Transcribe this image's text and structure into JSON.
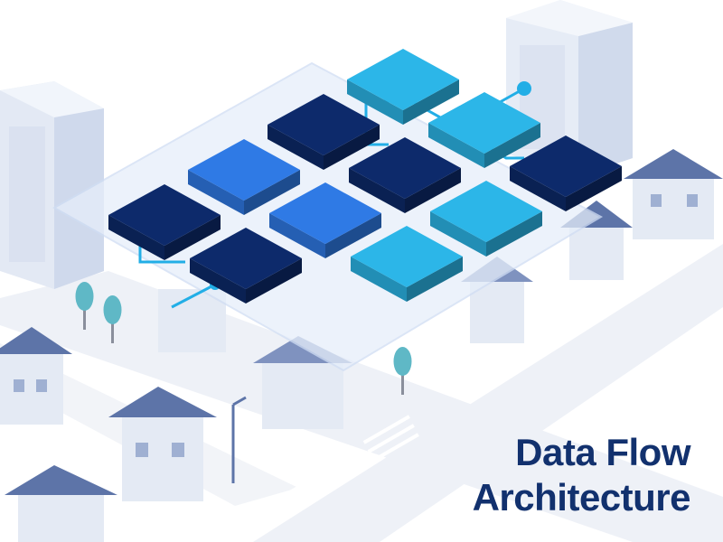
{
  "title": {
    "line1": "Data Flow",
    "line2": "Architecture"
  },
  "colors": {
    "title": "#12316e",
    "block_navy": "#0d2a6b",
    "block_blue": "#2f7ae5",
    "block_cyan": "#2cb6e8",
    "connector": "#22aee6",
    "platform": "#e6eefa",
    "building": "#dfe6f2",
    "roof": "#5d74a8",
    "road": "#eef1f7",
    "tree": "#5fb8c6"
  },
  "grid": {
    "rows": 3,
    "cols": 4,
    "cells": [
      {
        "row": 0,
        "col": 0,
        "shade": "navy"
      },
      {
        "row": 0,
        "col": 1,
        "shade": "blue"
      },
      {
        "row": 0,
        "col": 2,
        "shade": "navy"
      },
      {
        "row": 1,
        "col": 0,
        "shade": "navy"
      },
      {
        "row": 1,
        "col": 1,
        "shade": "blue"
      },
      {
        "row": 1,
        "col": 2,
        "shade": "navy"
      },
      {
        "row": 1,
        "col": 3,
        "shade": "cyan"
      },
      {
        "row": 2,
        "col": 1,
        "shade": "cyan"
      },
      {
        "row": 2,
        "col": 2,
        "shade": "cyan"
      },
      {
        "row": 2,
        "col": 3,
        "shade": "navy"
      },
      {
        "row": 0,
        "col": 3,
        "shade": "cyan"
      }
    ]
  },
  "icons": [
    "office-tower-icon",
    "house-icon",
    "tree-icon",
    "street-lamp-icon",
    "crosswalk-icon",
    "connector-node-icon"
  ]
}
